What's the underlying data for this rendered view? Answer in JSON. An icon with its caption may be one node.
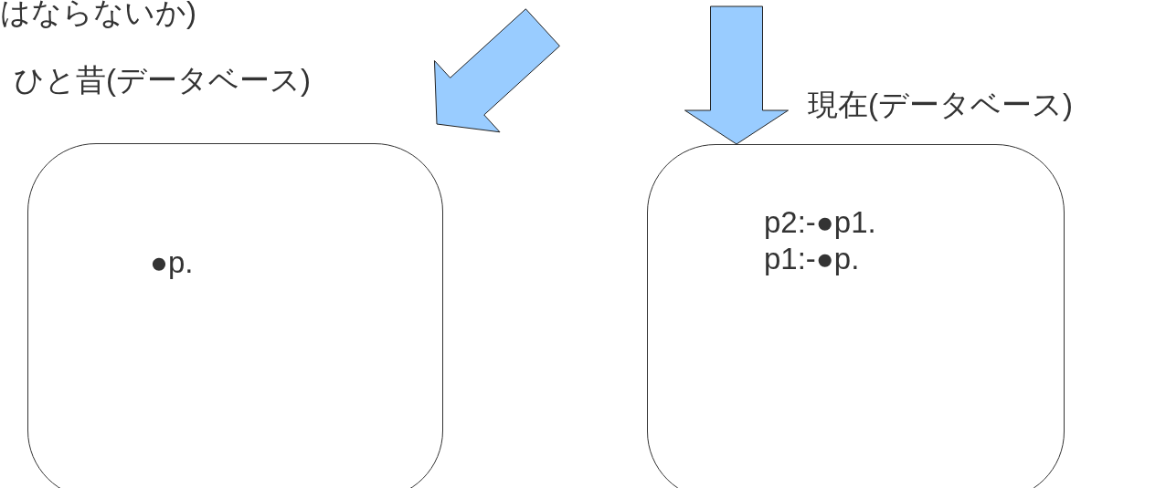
{
  "diagram": {
    "nodes": [
      {
        "text": [
          "ひと昔(データベース)",
          "●p."
        ]
      },
      {
        "text": [
          "現在(データベース)",
          "p2:-●p1. p1:-●p."
        ]
      }
    ],
    "edges": [
      {
        "from": null,
        "to": 0,
        "arrow": "to"
      },
      {
        "from": null,
        "to": 1,
        "arrow": "to"
      }
    ],
    "labels": [
      "はならないか)"
    ]
  }
}
